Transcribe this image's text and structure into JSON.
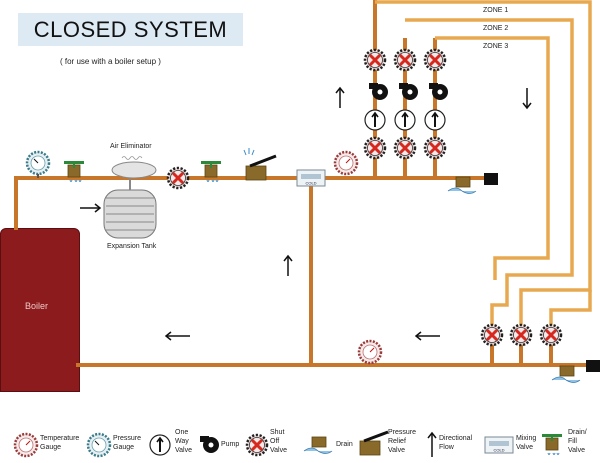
{
  "title": "CLOSED SYSTEM",
  "subtitle": "( for use with a boiler setup )",
  "labels": {
    "air_eliminator": "Air Eliminator",
    "expansion_tank": "Expansion Tank",
    "boiler": "Boiler",
    "mixing_valve_text": "COLD"
  },
  "zones": [
    "ZONE 1",
    "ZONE 2",
    "ZONE 3"
  ],
  "legend": {
    "temperature_gauge": [
      "Temperature",
      "Gauge"
    ],
    "pressure_gauge": [
      "Pressure",
      "Gauge"
    ],
    "one_way_valve": [
      "One",
      "Way",
      "Valve"
    ],
    "pump": "Pump",
    "shut_off_valve": [
      "Shut",
      "Off",
      "Valve"
    ],
    "drain": "Drain",
    "pressure_relief_valve": [
      "Pressure",
      "Relief",
      "Valve"
    ],
    "directional_flow": [
      "Directional",
      "Flow"
    ],
    "mixing_valve": [
      "Mixing",
      "Valve"
    ],
    "drain_fill_valve": [
      "Drain/",
      "Fill",
      "Valve"
    ]
  },
  "colors": {
    "pipe": "#c8762a",
    "zone_pipe": "#e8a850",
    "boiler": "#8c1b1d",
    "shutoff_x": "#d6281e",
    "title_bg": "#dde9f3"
  }
}
